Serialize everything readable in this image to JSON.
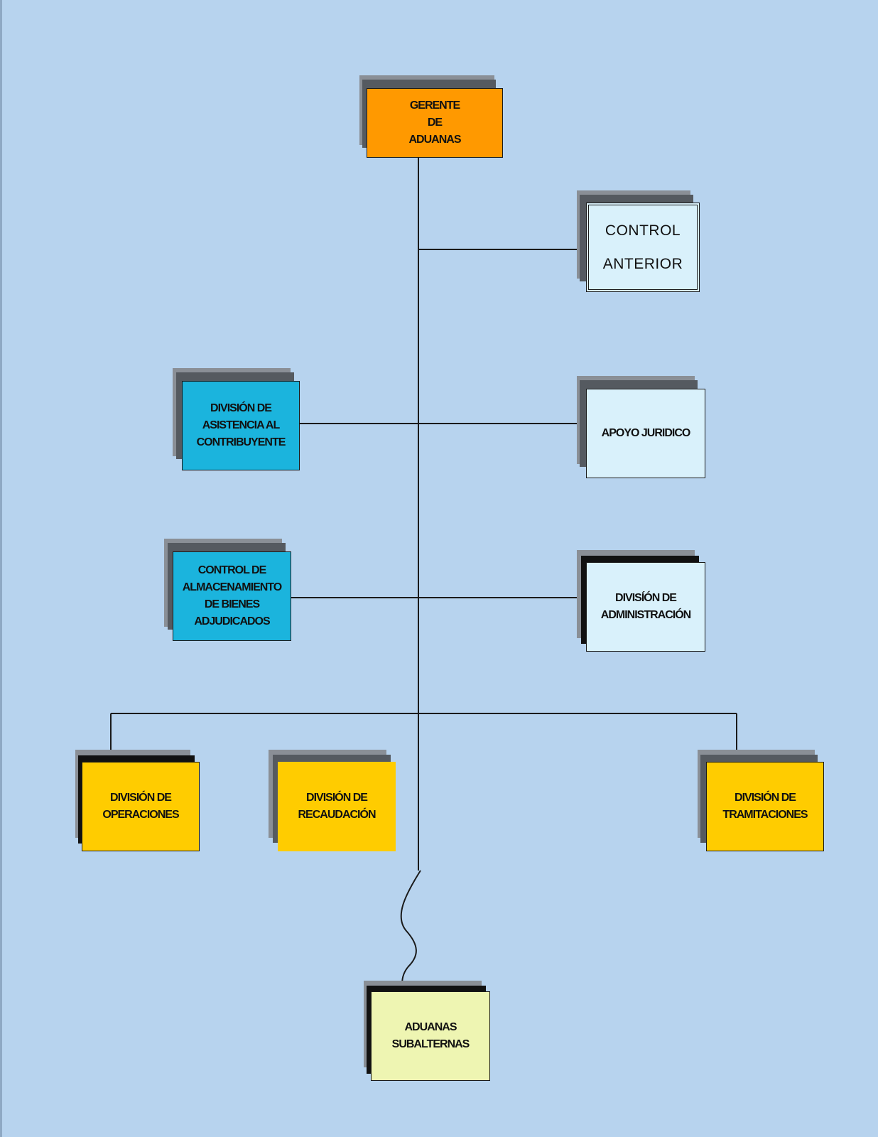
{
  "colors": {
    "background": "#b7d3ee",
    "orange": "#ff9900",
    "cyan": "#1bb4dd",
    "light_blue": "#d9f1fb",
    "yellow": "#ffcc00",
    "pale_yellow": "#eef5b2",
    "connector": "#1a1a1a"
  },
  "nodes": {
    "gerente": {
      "lines": [
        "GERENTE",
        "DE",
        "ADUANAS"
      ]
    },
    "control_anterior": {
      "lines": [
        "CONTROL",
        "ANTERIOR"
      ]
    },
    "asistencia": {
      "lines": [
        "DIVISIÓN DE",
        "ASISTENCIA AL",
        "CONTRIBUYENTE"
      ]
    },
    "apoyo_juridico": {
      "lines": [
        "APOYO JURIDICO"
      ]
    },
    "control_almacenamiento": {
      "lines": [
        "CONTROL DE",
        "ALMACENAMIENTO",
        "DE BIENES",
        "ADJUDICADOS"
      ]
    },
    "administracion": {
      "lines": [
        "DIVISÍÓN DE",
        "ADMINISTRACIÓN"
      ]
    },
    "operaciones": {
      "lines": [
        "DIVISIÓN DE",
        "OPERACIONES"
      ]
    },
    "recaudacion": {
      "lines": [
        "DIVISIÓN DE",
        "RECAUDACIÓN"
      ]
    },
    "tramitaciones": {
      "lines": [
        "DIVISIÓN DE",
        "TRAMITACIONES"
      ]
    },
    "subalternas": {
      "lines": [
        "ADUANAS",
        "SUBALTERNAS"
      ]
    }
  }
}
